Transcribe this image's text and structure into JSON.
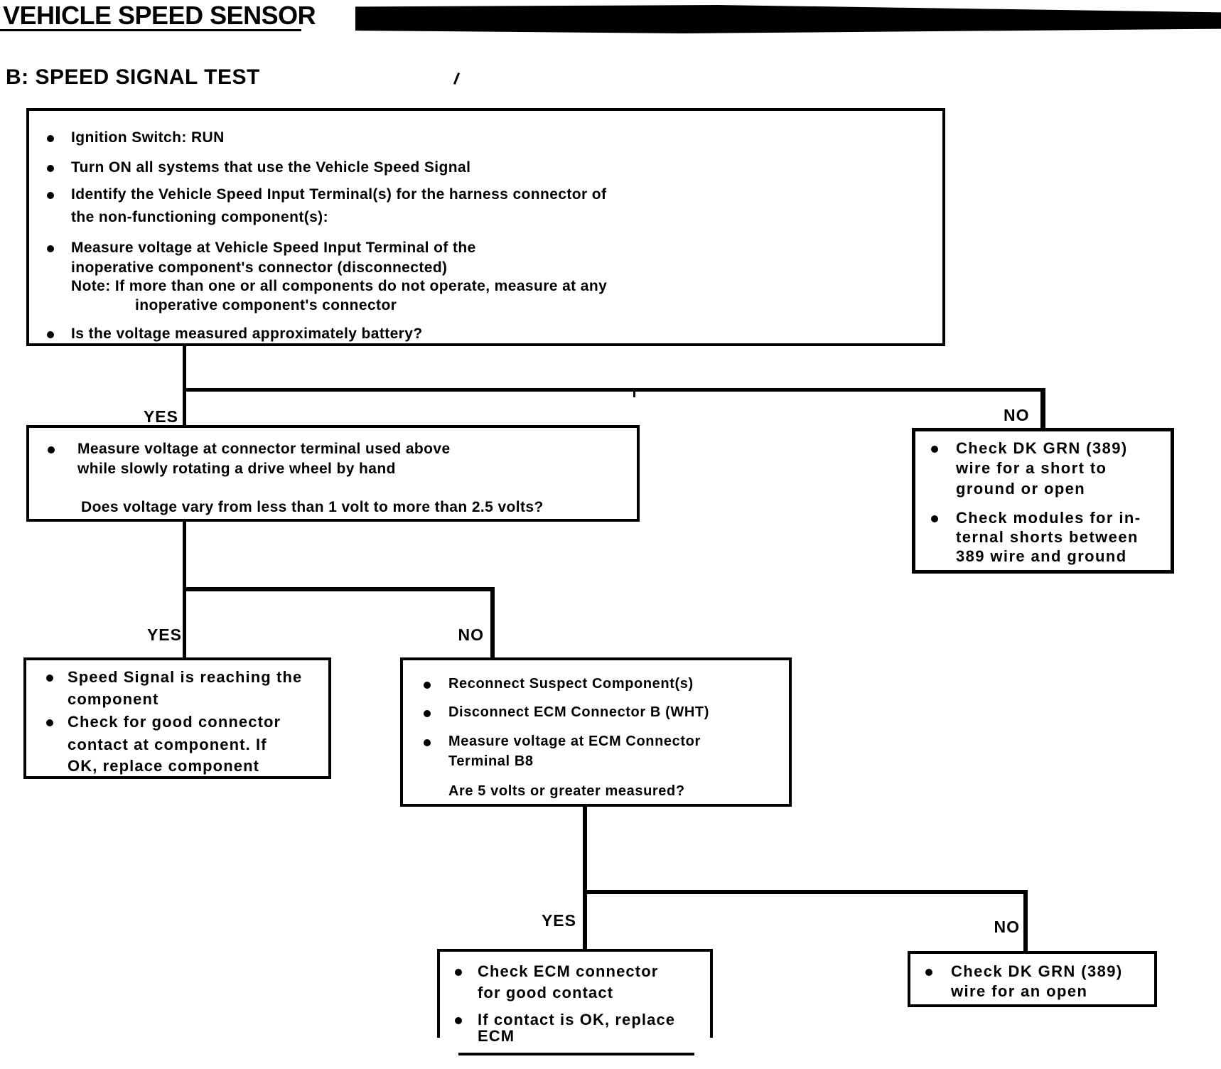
{
  "header": {
    "title": "VEHICLE SPEED SENSOR",
    "section": "B: SPEED SIGNAL TEST"
  },
  "labels": {
    "yes": "YES",
    "no": "NO"
  },
  "boxes": {
    "start": {
      "items": [
        {
          "lines": [
            "Ignition Switch: RUN"
          ]
        },
        {
          "lines": [
            "Turn ON all systems that use the Vehicle Speed Signal"
          ]
        },
        {
          "lines": [
            "Identify the Vehicle Speed Input Terminal(s) for the harness connector of",
            "the non-functioning component(s):"
          ]
        },
        {
          "lines": [
            "Measure voltage at Vehicle Speed Input Terminal of the",
            "inoperative component's connector (disconnected)",
            "Note: If more than one or all components do not operate, measure at any",
            "inoperative  component's connector"
          ]
        },
        {
          "lines": [
            "Is the voltage measured approximately battery?"
          ]
        }
      ]
    },
    "rotate": {
      "items": [
        {
          "lines": [
            "Measure voltage at connector terminal used above",
            "while slowly rotating a drive wheel by hand"
          ]
        },
        {
          "lines": [
            "Does voltage vary from less than 1 volt to more than 2.5 volts?"
          ]
        }
      ]
    },
    "short_check": {
      "items": [
        {
          "lines": [
            "Check DK GRN (389)",
            "wire for a short to",
            "ground or open"
          ]
        },
        {
          "lines": [
            "Check modules for in-",
            "ternal shorts between",
            "389 wire and ground"
          ]
        }
      ]
    },
    "component": {
      "items": [
        {
          "lines": [
            "Speed Signal is reaching the",
            "component"
          ]
        },
        {
          "lines": [
            "Check for good connector",
            "contact at component. If",
            "OK, replace component"
          ]
        }
      ]
    },
    "ecm_measure": {
      "items": [
        {
          "lines": [
            "Reconnect Suspect Component(s)"
          ]
        },
        {
          "lines": [
            "Disconnect ECM Connector B (WHT)"
          ]
        },
        {
          "lines": [
            "Measure voltage at ECM Connector",
            "Terminal B8"
          ]
        },
        {
          "lines": [
            "Are 5 volts or greater measured?"
          ]
        }
      ]
    },
    "ecm_replace": {
      "items": [
        {
          "lines": [
            "Check ECM connector",
            "for good contact"
          ]
        },
        {
          "lines": [
            "If contact is OK, replace",
            "ECM"
          ]
        }
      ]
    },
    "open_check": {
      "items": [
        {
          "lines": [
            "Check DK GRN (389)",
            "wire for an open"
          ]
        }
      ]
    }
  }
}
